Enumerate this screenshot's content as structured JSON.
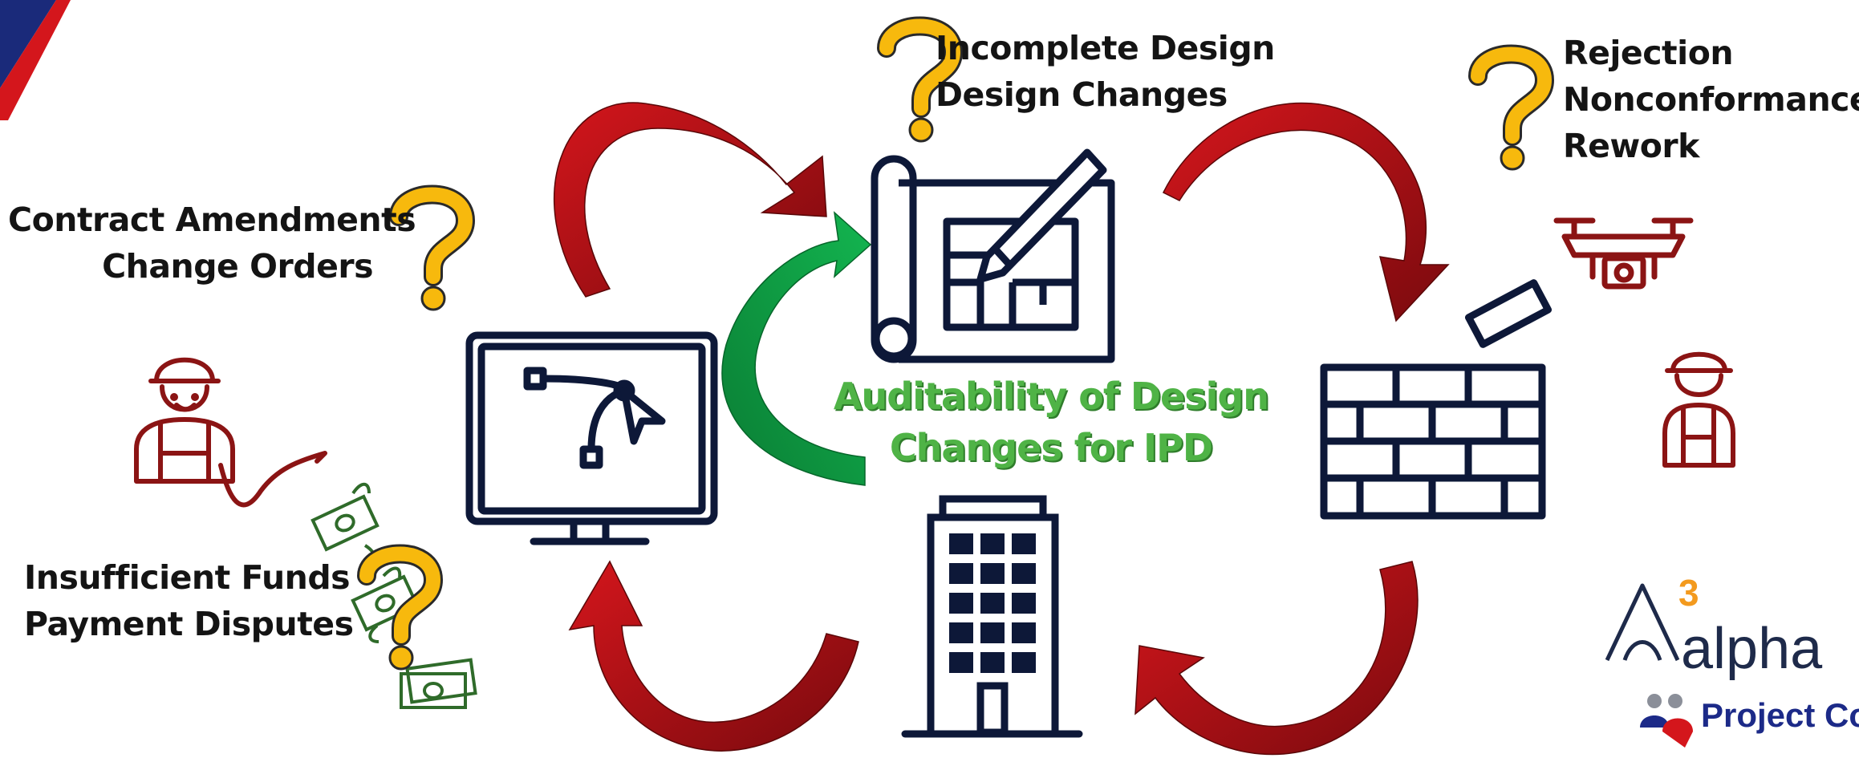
{
  "center_title": {
    "line1": "Auditability of Design",
    "line2": "Changes for IPD"
  },
  "labels": {
    "design": {
      "line1": "Incomplete Design",
      "line2": "Design Changes"
    },
    "quality": {
      "line1": "Rejection",
      "line2": "Nonconformance",
      "line3": "Rework"
    },
    "contract": {
      "line1": "Contract Amendments",
      "line2": "Change Orders"
    },
    "funds": {
      "line1": "Insufficient Funds",
      "line2": "Payment Disputes"
    }
  },
  "icons": [
    "computer-monitor-bezier-icon",
    "blueprint-pencil-icon",
    "brick-wall-icon",
    "office-building-icon",
    "drone-camera-icon",
    "construction-worker-icon",
    "money-bill-icon",
    "question-mark-icon"
  ],
  "logo": {
    "superscript": "3",
    "word": "alpha",
    "project_text": "Project Co"
  },
  "colors": {
    "arrow_red": "#c0151b",
    "arrow_red_dark": "#7a0a0e",
    "arrow_green": "#10a84a",
    "icon_navy": "#0d1838",
    "question_yellow": "#f7b90d",
    "title_green": "#4fb346",
    "worker_red": "#8b1414",
    "money_green": "#2f6b2a"
  }
}
